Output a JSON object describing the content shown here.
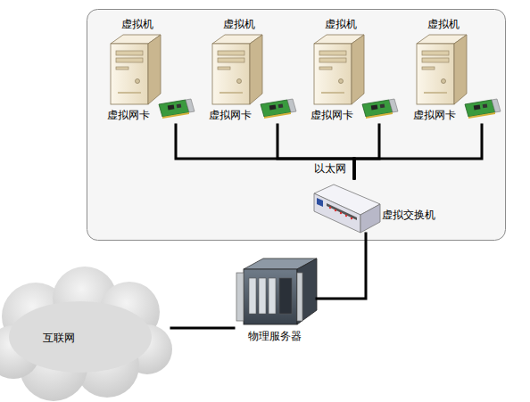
{
  "diagram": {
    "nodes": [
      {
        "text": [
          "虚拟机",
          "虚拟网卡"
        ]
      },
      {
        "text": [
          "虚拟机",
          "虚拟网卡"
        ]
      },
      {
        "text": [
          "虚拟机",
          "虚拟网卡"
        ]
      },
      {
        "text": [
          "虚拟机",
          "虚拟网卡"
        ]
      },
      {
        "text": [
          "虚拟交换机"
        ]
      },
      {
        "text": [
          "物理服务器"
        ]
      },
      {
        "text": [
          "互联网"
        ]
      }
    ],
    "edges": [
      {
        "from": 0,
        "to": 4,
        "arrow": "none"
      },
      {
        "from": 1,
        "to": 4,
        "arrow": "none"
      },
      {
        "from": 2,
        "to": 4,
        "arrow": "none"
      },
      {
        "from": 3,
        "to": 4,
        "arrow": "none"
      },
      {
        "from": 4,
        "to": 5,
        "arrow": "none"
      },
      {
        "from": 5,
        "to": 6,
        "arrow": "none"
      }
    ],
    "labels": [
      "以太网"
    ]
  }
}
